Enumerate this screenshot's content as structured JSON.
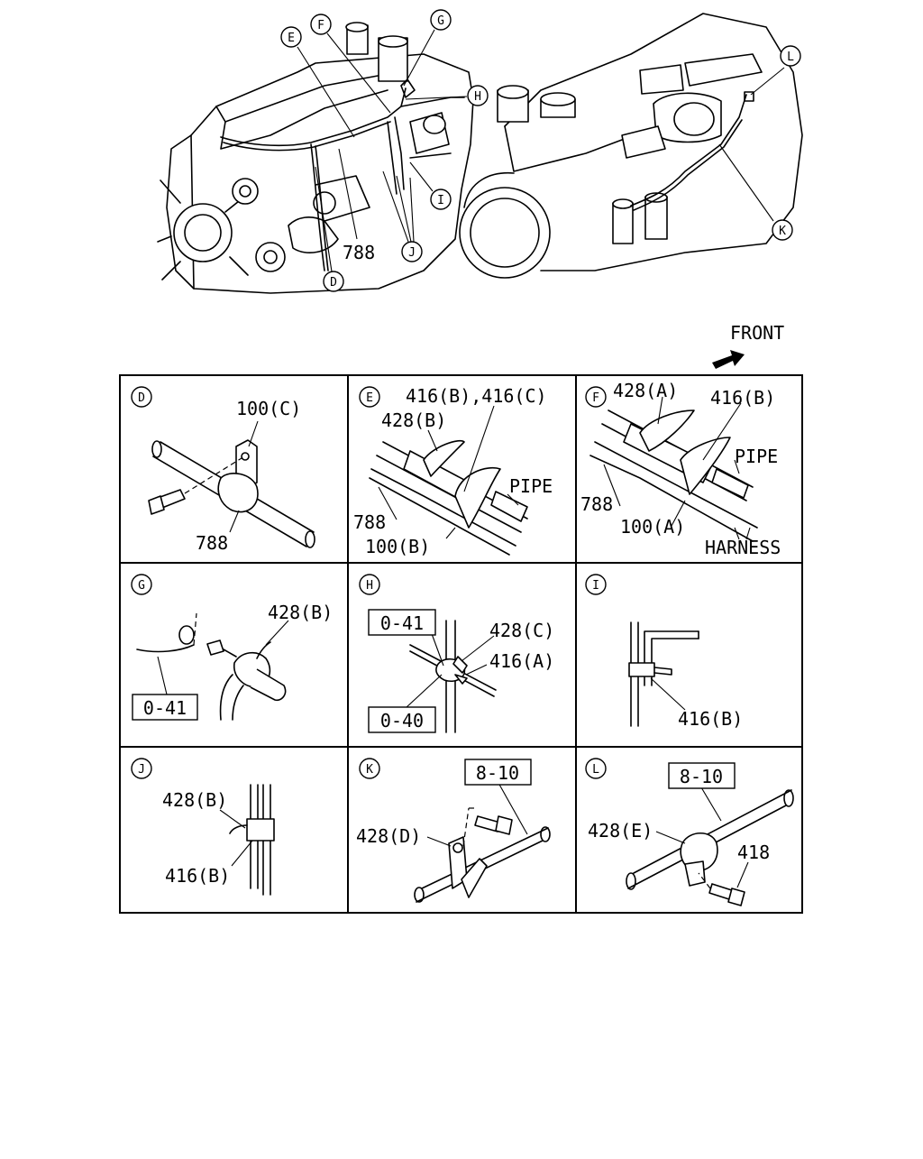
{
  "front_label": "FRONT",
  "overview": {
    "callouts": {
      "D": "D",
      "E": "E",
      "F": "F",
      "G": "G",
      "H": "H",
      "I": "I",
      "J": "J",
      "K": "K",
      "L": "L"
    },
    "part_788": "788"
  },
  "panels": {
    "D": {
      "letter": "D",
      "parts": [
        "100(C)",
        "788"
      ]
    },
    "E": {
      "letter": "E",
      "parts": [
        "416(B),416(C)",
        "428(B)",
        "PIPE",
        "788",
        "100(B)"
      ]
    },
    "F": {
      "letter": "F",
      "parts": [
        "428(A)",
        "416(B)",
        "PIPE",
        "788",
        "100(A)",
        "HARNESS"
      ]
    },
    "G": {
      "letter": "G",
      "parts": [
        "428(B)"
      ],
      "refs": [
        "0-41"
      ]
    },
    "H": {
      "letter": "H",
      "parts": [
        "428(C)",
        "416(A)"
      ],
      "refs": [
        "0-41",
        "0-40"
      ]
    },
    "I": {
      "letter": "I",
      "parts": [
        "416(B)"
      ]
    },
    "J": {
      "letter": "J",
      "parts": [
        "428(B)",
        "416(B)"
      ]
    },
    "K": {
      "letter": "K",
      "parts": [
        "428(D)"
      ],
      "refs": [
        "8-10"
      ]
    },
    "L": {
      "letter": "L",
      "parts": [
        "428(E)",
        "418"
      ],
      "refs": [
        "8-10"
      ]
    }
  }
}
